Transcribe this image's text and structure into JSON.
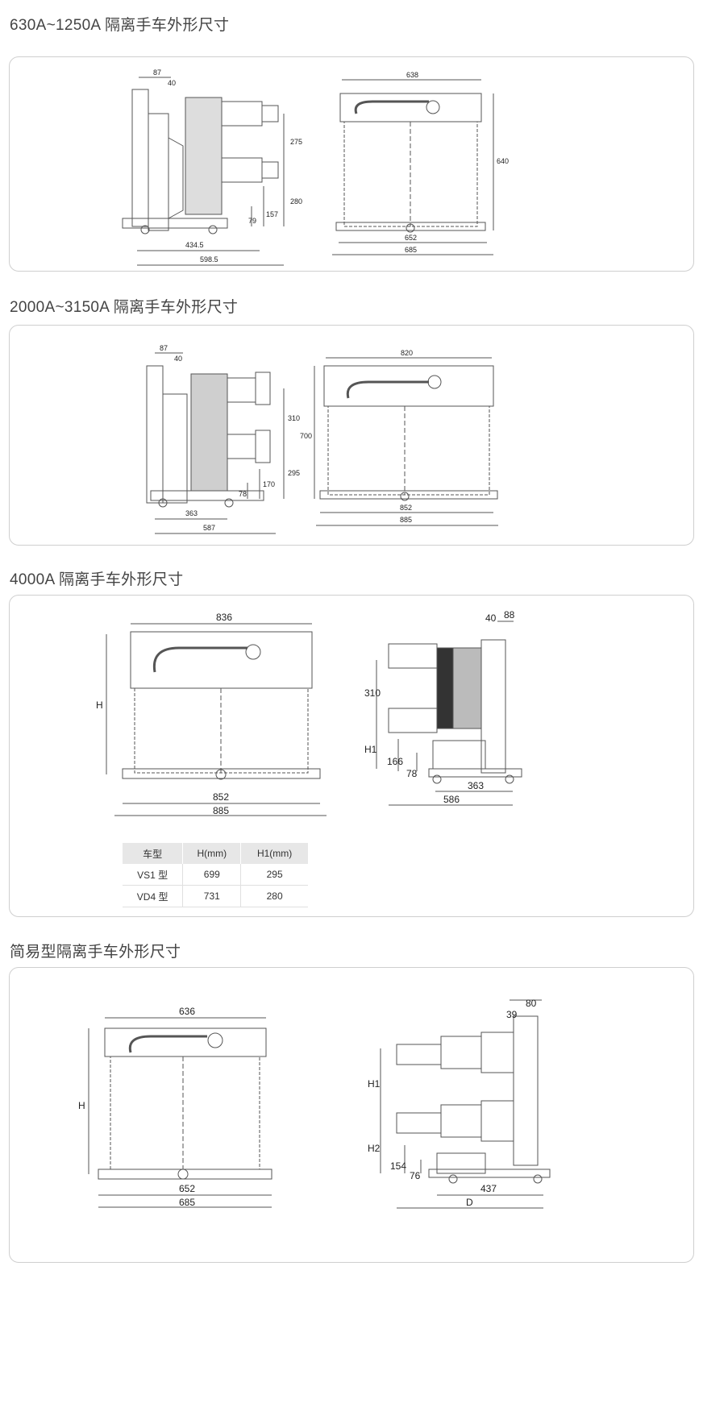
{
  "sections": [
    {
      "title": "630A~1250A 隔离手车外形尺寸",
      "side": {
        "top_87": "87",
        "top_40": "40",
        "gap_275": "275",
        "h_280": "280",
        "h_157": "157",
        "h_79": "79",
        "w_4345": "434.5",
        "w_5985": "598.5"
      },
      "front": {
        "w_638": "638",
        "h_640": "640",
        "w_652": "652",
        "w_685": "685"
      }
    },
    {
      "title": "2000A~3150A 隔离手车外形尺寸",
      "side": {
        "top_87": "87",
        "top_40": "40",
        "gap_310": "310",
        "h_295": "295",
        "h_170": "170",
        "h_78": "78",
        "w_363": "363",
        "w_587": "587"
      },
      "front": {
        "w_820": "820",
        "h_700": "700",
        "w_852": "852",
        "w_885": "885"
      }
    },
    {
      "title": "4000A 隔离手车外形尺寸",
      "front": {
        "w_836": "836",
        "h_label": "H",
        "w_852": "852",
        "w_885": "885"
      },
      "side": {
        "top_40": "40",
        "top_88": "88",
        "gap_310": "310",
        "h1": "H1",
        "h_166": "166",
        "h_78": "78",
        "w_363": "363",
        "w_586": "586"
      },
      "table": {
        "headers": [
          "车型",
          "H(mm)",
          "H1(mm)"
        ],
        "rows": [
          [
            "VS1 型",
            "699",
            "295"
          ],
          [
            "VD4 型",
            "731",
            "280"
          ]
        ]
      }
    },
    {
      "title": "简易型隔离手车外形尺寸",
      "front": {
        "w_636": "636",
        "h_label": "H",
        "w_652": "652",
        "w_685": "685"
      },
      "side": {
        "top_39": "39",
        "top_80": "80",
        "h1": "H1",
        "h2": "H2",
        "h_154": "154",
        "h_76": "76",
        "w_437": "437",
        "d": "D"
      }
    }
  ]
}
